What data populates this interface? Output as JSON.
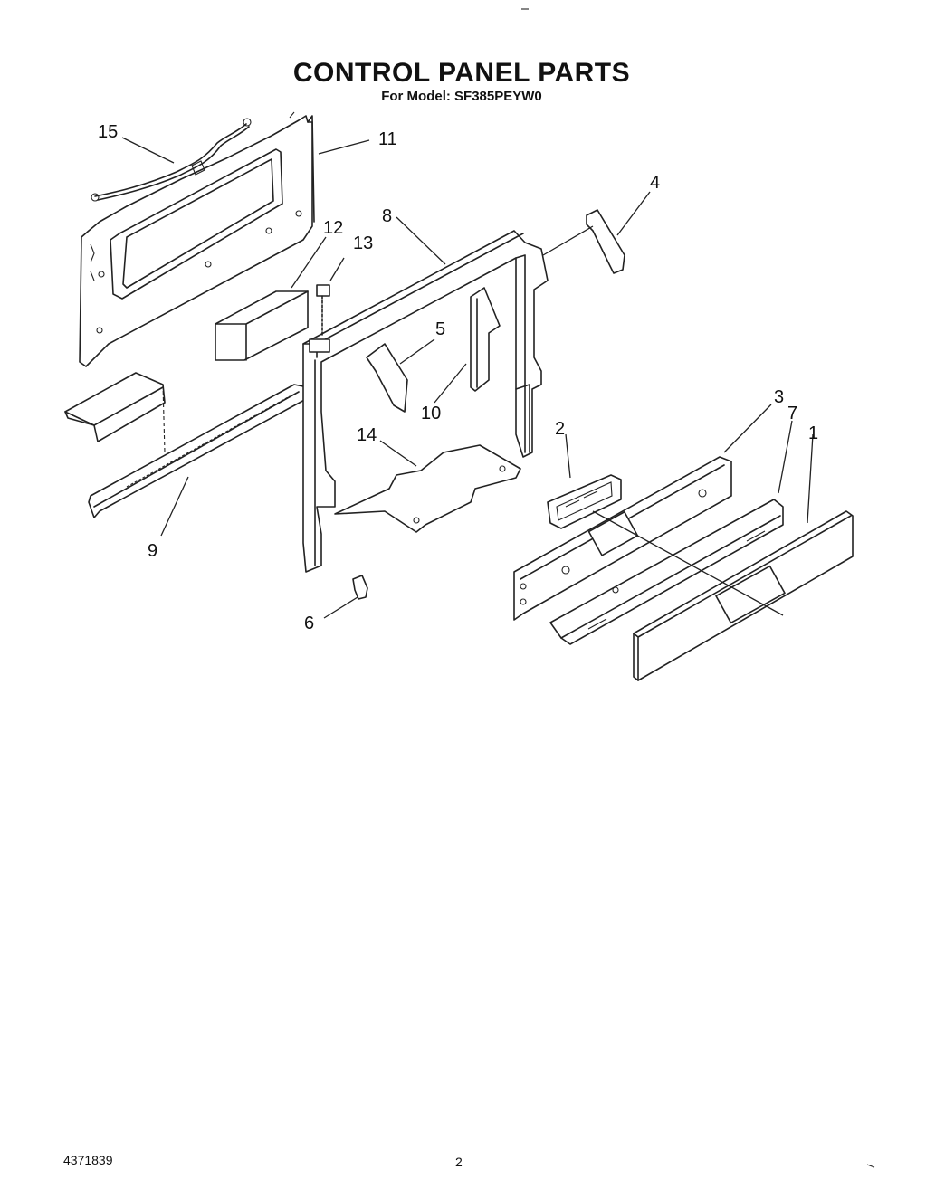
{
  "header": {
    "title": "CONTROL PANEL PARTS",
    "subtitle": "For Model: SF385PEYW0"
  },
  "callouts": {
    "c1": "1",
    "c2": "2",
    "c3": "3",
    "c4": "4",
    "c5": "5",
    "c6": "6",
    "c7": "7",
    "c8": "8",
    "c9": "9",
    "c10": "10",
    "c11": "11",
    "c12": "12",
    "c13": "13",
    "c14": "14",
    "c15": "15"
  },
  "footer": {
    "doc_number": "4371839",
    "page_number": "2"
  }
}
